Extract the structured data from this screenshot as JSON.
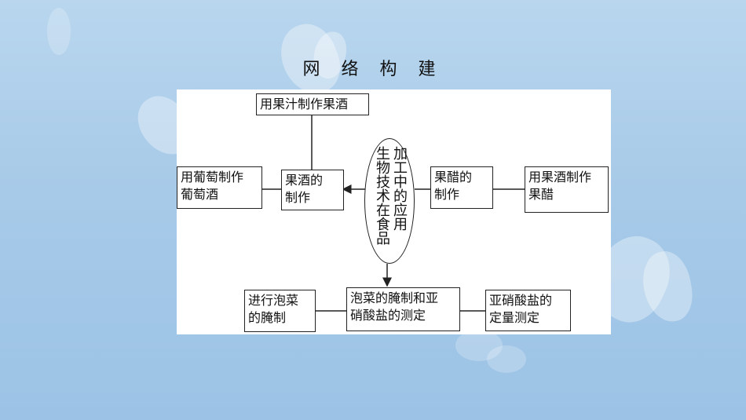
{
  "title": "网 络 构 建",
  "nodes": {
    "juice_to_wine": "用果汁制作果酒",
    "grape_wine": "用葡萄制作\n葡萄酒",
    "wine_making": "果酒的\n制作",
    "center_col1": "加工中的应用",
    "center_col2": "生物技术在食品",
    "vinegar_making": "果醋的\n制作",
    "wine_to_vinegar": "用果酒制作\n果醋",
    "pickle_process": "进行泡菜\n的腌制",
    "pickle_nitrite": "泡菜的腌制和亚\n硝酸盐的测定",
    "nitrite_measure": "亚硝酸盐的\n定量测定"
  },
  "colors": {
    "background": "#a7cae8",
    "panel": "#ffffff",
    "line": "#222222"
  }
}
